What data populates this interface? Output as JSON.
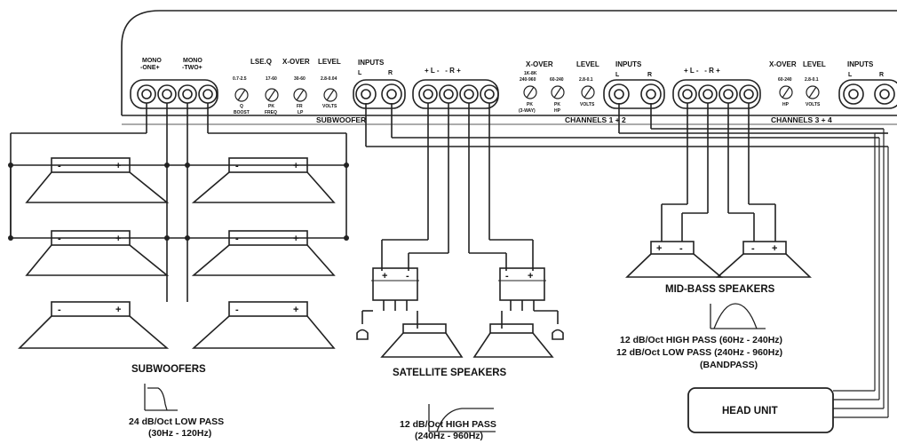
{
  "amp": {
    "subwoofer_section": {
      "mono_one": "MONO -ONE+",
      "mono_one_l1": "MONO",
      "mono_one_l2": "-ONE+",
      "mono_two_l1": "MONO",
      "mono_two_l2": "-TWO+",
      "lse_q": "LSE.Q",
      "xover": "X-OVER",
      "level": "LEVEL",
      "inputs": "INPUTS",
      "in_l": "L",
      "in_r": "R",
      "knob1_range": "0.7-2.5",
      "knob1_label_a": "Q",
      "knob1_label_b": "BOOST",
      "knob2_range": "17-60",
      "knob2_label_a": "PK",
      "knob2_label_b": "FREQ",
      "knob3_range": "30-60",
      "knob3_label_a": "FR",
      "knob3_label_b": "LP",
      "knob4_range": "2.8-0.04",
      "knob4_label": "VOLTS",
      "label": "SUBWOOFER"
    },
    "ch12_section": {
      "polarity": "+ L -   - R +",
      "xover": "X-OVER",
      "level": "LEVEL",
      "inputs": "INPUTS",
      "in_l": "L",
      "in_r": "R",
      "knob1_range_a": "1K-8K",
      "knob1_range_b": "240-960",
      "knob1_label_a": "PK",
      "knob1_label_b": "(3-WAY)",
      "knob2_range": "60-240",
      "knob2_label_a": "PK",
      "knob2_label_b": "HP",
      "knob3_range": "2.8-0.1",
      "knob3_label": "VOLTS",
      "label": "CHANNELS 1 + 2"
    },
    "ch34_section": {
      "polarity": "+ L -   - R +",
      "xover": "X-OVER",
      "level": "LEVEL",
      "inputs": "INPUTS",
      "in_l": "L",
      "in_r": "R",
      "knob1_range": "60-240",
      "knob1_label": "HP",
      "knob2_range": "2.8-0.1",
      "knob2_label": "VOLTS",
      "label": "CHANNELS 3 + 4"
    }
  },
  "speakers": {
    "sub_minus": "-",
    "sub_plus": "+",
    "sat_plus": "+",
    "sat_minus": "-",
    "mid_plus": "+",
    "mid_minus": "-"
  },
  "captions": {
    "subwoofers": "SUBWOOFERS",
    "sub_filter": "24 dB/Oct LOW PASS",
    "sub_range": "(30Hz - 120Hz)",
    "satellite": "SATELLITE SPEAKERS",
    "sat_filter": "12 dB/Oct HIGH PASS",
    "sat_range": "(240Hz - 960Hz)",
    "midbass": "MID-BASS SPEAKERS",
    "mid_line1": "12 dB/Oct HIGH PASS (60Hz - 240Hz)",
    "mid_line2": "12 dB/Oct LOW PASS (240Hz - 960Hz)",
    "mid_line3": "(BANDPASS)",
    "head_unit": "HEAD UNIT"
  }
}
